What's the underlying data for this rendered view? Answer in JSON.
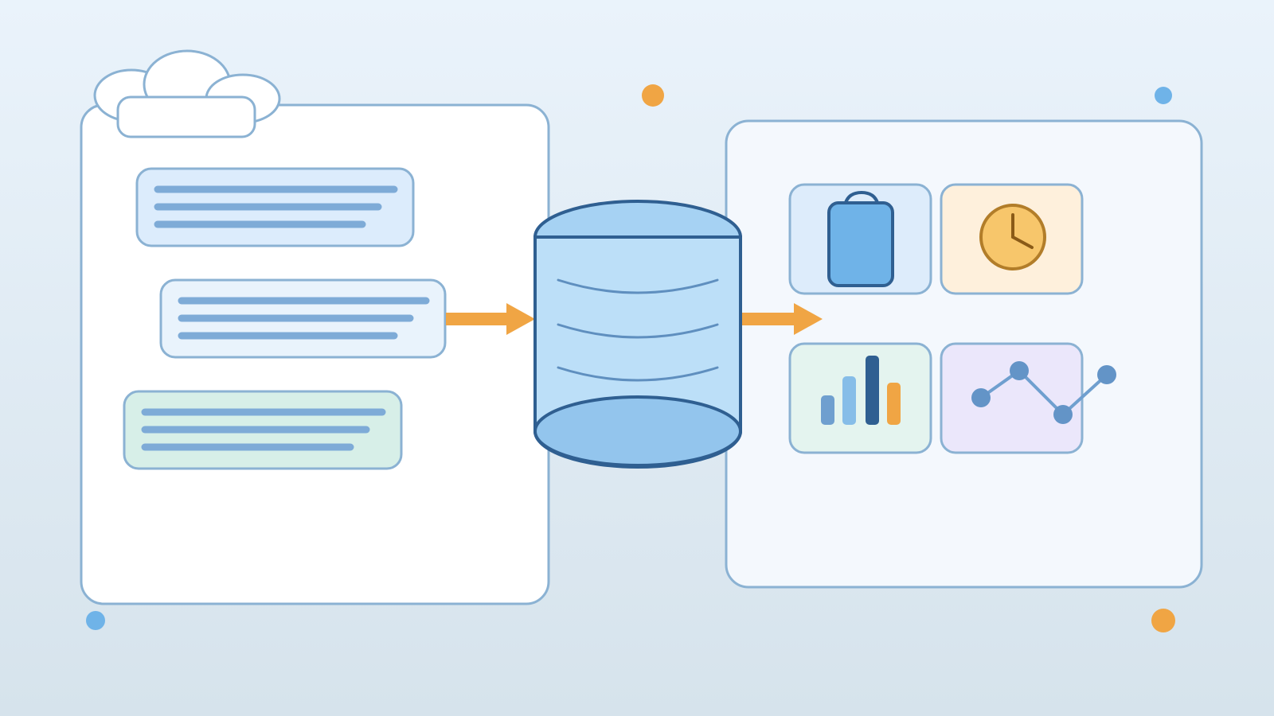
{
  "colors": {
    "background_top": "#eaf3fb",
    "background_bottom": "#d6e3ec",
    "panel_stroke": "#8bb2d3",
    "doc_fill_1": "#dcecfc",
    "doc_fill_2": "#e9f3fc",
    "doc_fill_3": "#d7efe8",
    "text_line": "#7eabd7",
    "arrow": "#f0a544",
    "db_fill": "#bcdff8",
    "db_fill_dark": "#93c5ed",
    "db_stroke": "#2f5f91",
    "tile_blue": "#ddecfb",
    "tile_orange": "#fef0dc",
    "tile_green": "#e4f4ef",
    "tile_purple": "#ebe7fb",
    "dot_orange": "#f0a544",
    "dot_blue": "#6fb3e8"
  },
  "diagram": {
    "source_panel": {
      "icon": "cloud-icon",
      "documents": 3,
      "lines_per_document": 3
    },
    "flow": [
      "source-panel",
      "database",
      "dashboard-panel"
    ],
    "database": {
      "icon": "database-icon"
    },
    "dashboard_panel": {
      "tiles": [
        {
          "icon": "shopping-bag-icon"
        },
        {
          "icon": "clock-icon"
        },
        {
          "icon": "bar-chart-icon"
        },
        {
          "icon": "line-chart-icon"
        }
      ]
    }
  }
}
